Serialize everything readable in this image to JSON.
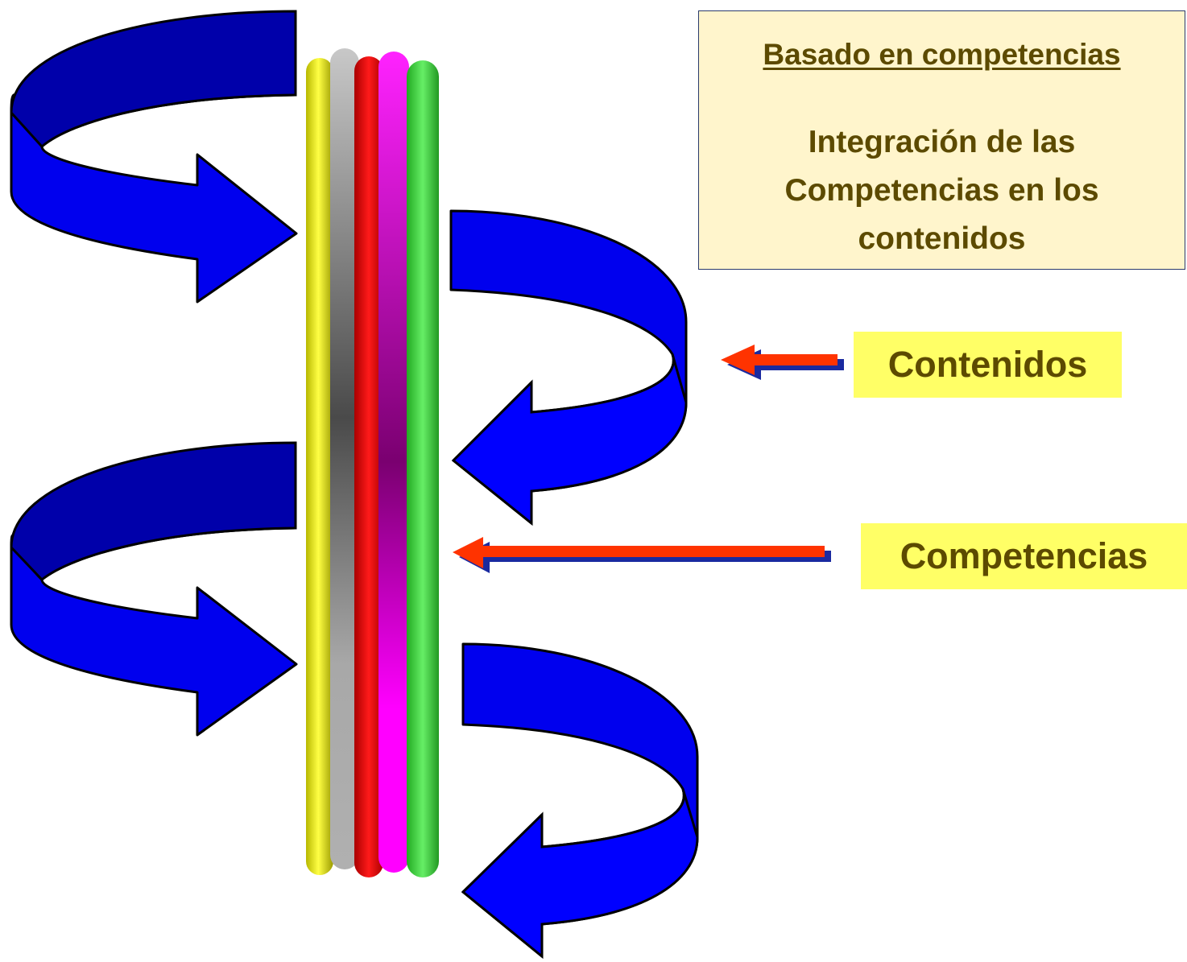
{
  "title_box": {
    "heading": "Basado en competencias",
    "subtitle": "Integración de las Competencias en los contenidos"
  },
  "labels": {
    "contenidos": "Contenidos",
    "competencias": "Competencias"
  },
  "colors": {
    "box_fill": "#fff5cc",
    "label_fill": "#ffff66",
    "text": "#5c4a00",
    "spiral_arrow": "#0000ee",
    "pointer_arrow": "#ff3300",
    "bars": [
      "#ffff00",
      "#aaaaaa",
      "#ff0000",
      "#ff00ff",
      "#44dd44"
    ]
  },
  "icons": {
    "spiral": "curved-arrow",
    "pointer": "left-arrow"
  }
}
